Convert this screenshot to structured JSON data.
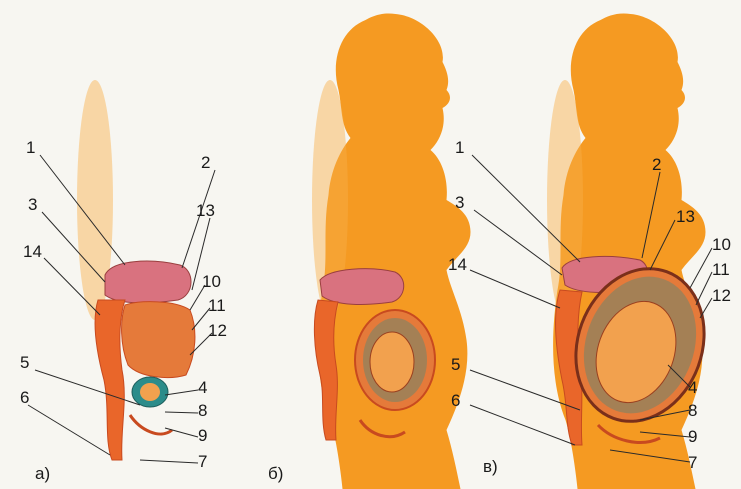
{
  "colors": {
    "background": "#f7f6f1",
    "silhouette": "#f59a22",
    "silhouette_light": "#f8b04a",
    "intestine": "#e9662a",
    "intestine_dark": "#c84a1f",
    "stomach": "#d9727f",
    "uterus": "#e57a3a",
    "fetus": "#f2a14e",
    "amniotic": "#2c8c8a"
  },
  "panels": [
    {
      "label": "а)",
      "numbers": [
        "1",
        "2",
        "3",
        "13",
        "14",
        "10",
        "11",
        "12",
        "5",
        "4",
        "6",
        "8",
        "9",
        "7"
      ]
    },
    {
      "label": "б)",
      "numbers": []
    },
    {
      "label": "в)",
      "numbers": [
        "1",
        "2",
        "3",
        "13",
        "10",
        "14",
        "11",
        "12",
        "5",
        "4",
        "6",
        "8",
        "9",
        "7"
      ]
    }
  ]
}
